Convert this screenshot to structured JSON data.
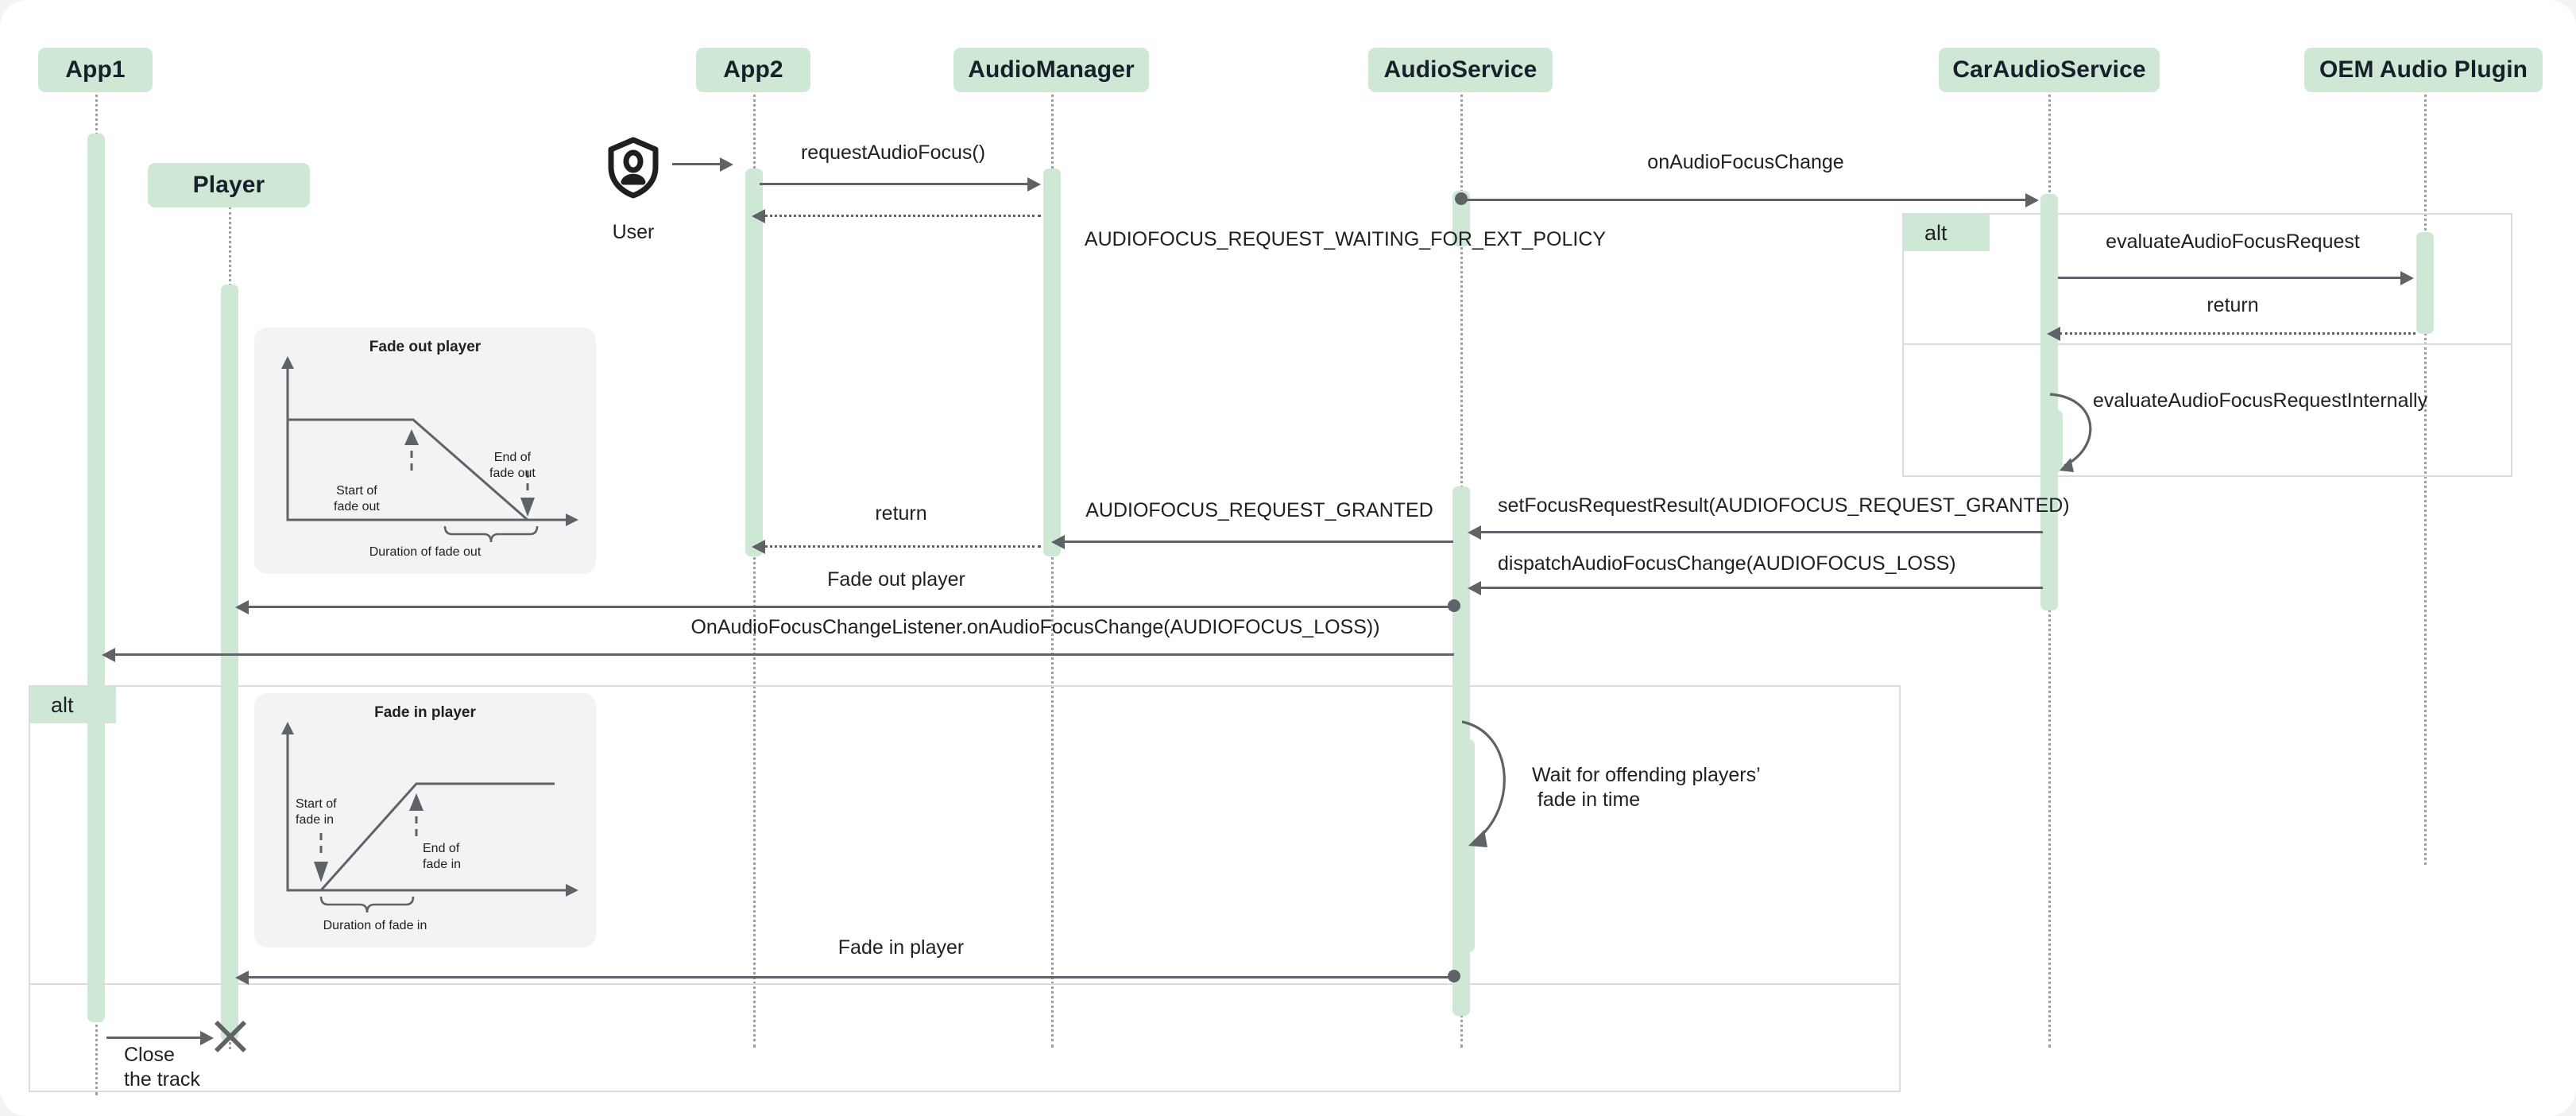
{
  "diagram": {
    "type": "uml-sequence-diagram",
    "title": "Android Automotive audio focus and fade sequence",
    "accent_color": "#cfe8d6",
    "line_color": "#5f6368",
    "frame_color": "#dadce0",
    "note_bg": "#f1f3f4",
    "canvas_bg": "#ffffff",
    "page_bg": "#f1f3f4"
  },
  "participants": [
    {
      "id": "app1",
      "label": "App1"
    },
    {
      "id": "player",
      "label": "Player"
    },
    {
      "id": "app2",
      "label": "App2"
    },
    {
      "id": "am",
      "label": "AudioManager"
    },
    {
      "id": "as",
      "label": "AudioService"
    },
    {
      "id": "cas",
      "label": "CarAudioService"
    },
    {
      "id": "oem",
      "label": "OEM Audio Plugin"
    }
  ],
  "actor": {
    "icon": "user-shield-icon",
    "caption": "User"
  },
  "messages": [
    {
      "id": "m0",
      "label": "requestAudioFocus()",
      "from": "user",
      "to": "app2",
      "style": "solid"
    },
    {
      "id": "m1",
      "label": "",
      "from": "app1",
      "to": "player",
      "style": "solid"
    },
    {
      "id": "m2",
      "label": "requestAudioFocus()",
      "from": "app2",
      "to": "am",
      "style": "solid"
    },
    {
      "id": "m3",
      "label": "onAudioFocusChange",
      "from": "as",
      "to": "cas",
      "style": "solid"
    },
    {
      "id": "m4",
      "label": "AUDIOFOCUS_REQUEST_WAITING_FOR_EXT_POLICY",
      "from": "am",
      "to": "app2",
      "style": "dotted"
    },
    {
      "id": "m5",
      "label": "evaluateAudioFocusRequest",
      "from": "cas",
      "to": "oem",
      "style": "solid"
    },
    {
      "id": "m6",
      "label": "return",
      "from": "oem",
      "to": "cas",
      "style": "dotted"
    },
    {
      "id": "m7",
      "label": "evaluateAudioFocusRequestInternally",
      "from": "cas",
      "to": "cas",
      "style": "self"
    },
    {
      "id": "m8",
      "label": "setFocusRequestResult(AUDIOFOCUS_REQUEST_GRANTED)",
      "from": "cas",
      "to": "as",
      "style": "solid"
    },
    {
      "id": "m9",
      "label": "AUDIOFOCUS_REQUEST_GRANTED",
      "from": "as",
      "to": "am",
      "style": "solid"
    },
    {
      "id": "m10",
      "label": "return",
      "from": "am",
      "to": "app2",
      "style": "dotted"
    },
    {
      "id": "m11",
      "label": "dispatchAudioFocusChange(AUDIOFOCUS_LOSS)",
      "from": "cas",
      "to": "as",
      "style": "solid"
    },
    {
      "id": "m12",
      "label": "Fade out player",
      "from": "as",
      "to": "player",
      "style": "solid"
    },
    {
      "id": "m13",
      "label": "OnAudioFocusChangeListener.onAudioFocusChange(AUDIOFOCUS_LOSS))",
      "from": "as",
      "to": "app1",
      "style": "solid"
    },
    {
      "id": "m14",
      "label": "Wait for offending players’\n fade in time",
      "from": "as",
      "to": "as",
      "style": "self"
    },
    {
      "id": "m15",
      "label": "Fade in player",
      "from": "as",
      "to": "player",
      "style": "solid"
    },
    {
      "id": "m16",
      "label": "Close\nthe track",
      "from": "app1",
      "to": "player",
      "style": "destroy"
    }
  ],
  "fragments": [
    {
      "id": "alt-oem",
      "tag": "alt",
      "operands": 2
    },
    {
      "id": "alt-app",
      "tag": "alt",
      "operands": 2
    }
  ],
  "notes": [
    {
      "id": "fade-out-note",
      "title": "Fade out player",
      "annotations": [
        "Start of\nfade out",
        "End of\nfade out",
        "Duration of fade out"
      ],
      "chart_shape": "plateau-then-linear-decline-to-zero"
    },
    {
      "id": "fade-in-note",
      "title": "Fade in player",
      "annotations": [
        "Start of\nfade in",
        "End of\nfade in",
        "Duration of fade in"
      ],
      "chart_shape": "linear-rise-from-zero-then-plateau"
    }
  ]
}
